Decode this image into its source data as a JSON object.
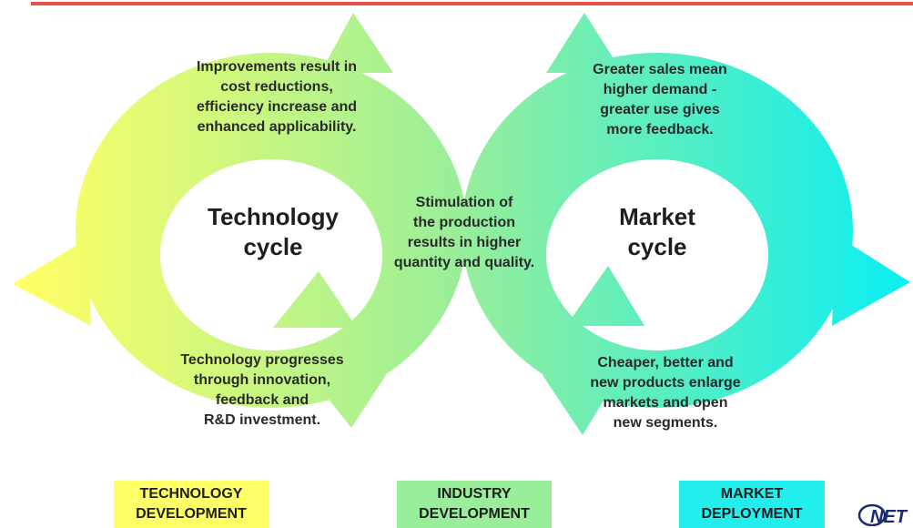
{
  "header": {
    "rule_color": "#e8504f"
  },
  "cycles": {
    "technology": {
      "title": "Technology\ncycle"
    },
    "market": {
      "title": "Market\ncycle"
    }
  },
  "statements": {
    "tech_top": "Improvements result in\ncost reductions,\nefficiency increase and\nenhanced applicability.",
    "tech_bottom": "Technology progresses\nthrough innovation,\nfeedback and\nR&D investment.",
    "center": "Stimulation of\nthe production\nresults in higher\nquantity and quality.",
    "market_top": "Greater sales mean\nhigher demand -\ngreater use gives\nmore feedback.",
    "market_bottom": "Cheaper, better and\nnew products enlarge\nmarkets and open\nnew segments."
  },
  "stages": [
    {
      "label": "TECHNOLOGY\nDEVELOPMENT",
      "color": "#ffff66"
    },
    {
      "label": "INDUSTRY\nDEVELOPMENT",
      "color": "#99ee99"
    },
    {
      "label": "MARKET\nDEPLOYMENT",
      "color": "#22eeee"
    }
  ],
  "gradient": {
    "left": "#ffff66",
    "mid": "#99ee99",
    "right": "#11eeee"
  },
  "logo": {
    "text": "NET"
  }
}
